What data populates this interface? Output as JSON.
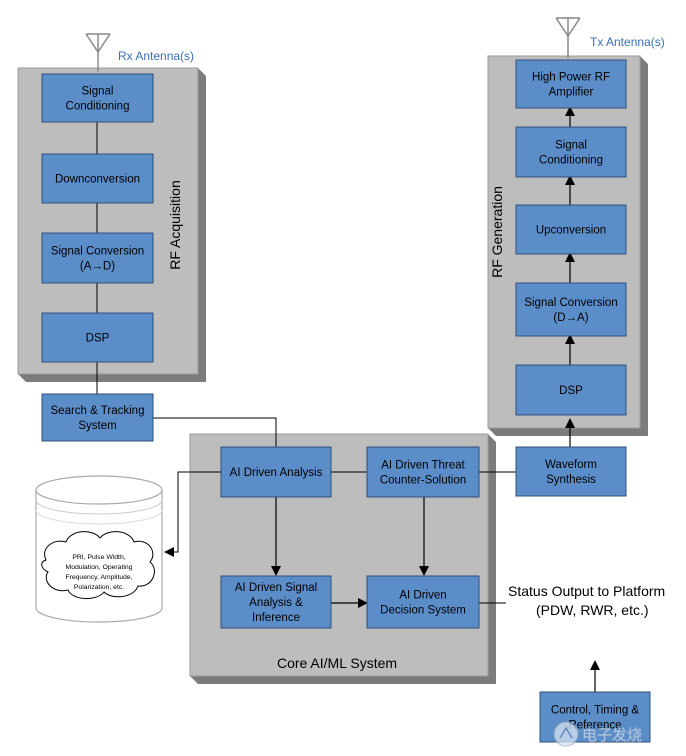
{
  "rx_antenna": {
    "label": "Rx Antenna(s)"
  },
  "tx_antenna": {
    "label": "Tx Antenna(s)"
  },
  "rf_acquisition": {
    "title": "RF Acquisition",
    "blocks": [
      {
        "lines": [
          "Signal",
          "Conditioning"
        ]
      },
      {
        "lines": [
          "Downconversion"
        ]
      },
      {
        "lines": [
          "Signal Conversion",
          "(A→D)"
        ]
      },
      {
        "lines": [
          "DSP"
        ]
      }
    ]
  },
  "rf_generation": {
    "title": "RF Generation",
    "blocks": [
      {
        "lines": [
          "High Power RF",
          "Amplifier"
        ]
      },
      {
        "lines": [
          "Signal",
          "Conditioning"
        ]
      },
      {
        "lines": [
          "Upconversion"
        ]
      },
      {
        "lines": [
          "Signal Conversion",
          "(D→A)"
        ]
      },
      {
        "lines": [
          "DSP"
        ]
      }
    ]
  },
  "search_tracking": {
    "lines": [
      "Search & Tracking",
      "System"
    ]
  },
  "waveform_synthesis": {
    "lines": [
      "Waveform",
      "Synthesis"
    ]
  },
  "core": {
    "title": "Core AI/ML System",
    "analysis": {
      "lines": [
        "AI Driven Analysis"
      ]
    },
    "threat": {
      "lines": [
        "AI Driven Threat",
        "Counter-Solution"
      ]
    },
    "signal_analysis": {
      "lines": [
        "AI Driven Signal",
        "Analysis &",
        "Inference"
      ]
    },
    "decision": {
      "lines": [
        "AI Driven",
        "Decision System"
      ]
    }
  },
  "database": {
    "cloud_lines": [
      "PRI, Pulse Width,",
      "Modulation, Operating",
      "Frequency, Amplitude,",
      "Polarization, etc."
    ]
  },
  "status_output": {
    "line1": "Status Output to Platform",
    "line2": "(PDW, RWR, etc.)"
  },
  "control": {
    "lines": [
      "Control, Timing &",
      "Reference"
    ]
  },
  "watermark": {
    "text": "电子发烧"
  },
  "colors": {
    "block_fill": "#5b8dc8",
    "block_stroke": "#2f4f7a",
    "panel": "#bdbdbd",
    "panel_shadow": "#7c7c7c",
    "label_blue": "#3a6fb5"
  }
}
